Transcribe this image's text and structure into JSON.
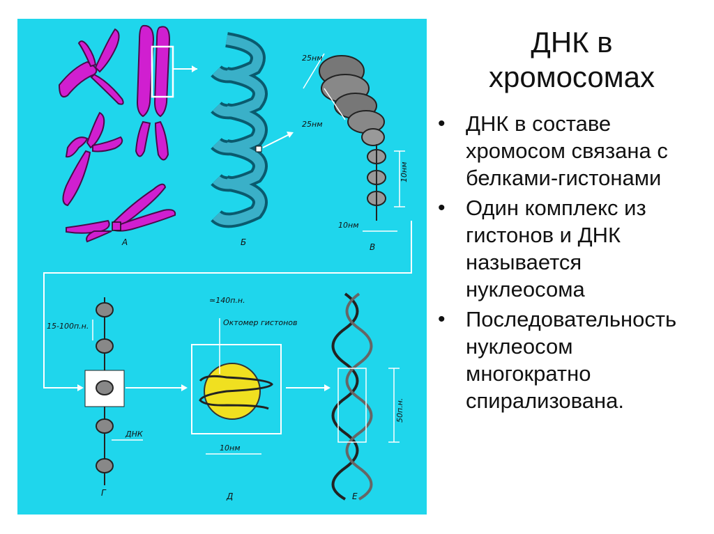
{
  "slide": {
    "title": "ДНК в хромосомах",
    "bullets": [
      "ДНК в составе хромосом связана с белками-гистонами",
      "Один комплекс из гистонов и ДНК называется нуклеосома",
      "Последовательность нуклеосом многократно спирализована."
    ]
  },
  "figure": {
    "panel_labels": [
      "А",
      "Б",
      "В",
      "Г",
      "Д",
      "Е"
    ],
    "annotations": {
      "nm25_top": "25нм",
      "nm25_mid": "25нм",
      "nm10_vertical": "10нм",
      "nm10_bottom_v": "10нм",
      "bp_15_100": "15-100п.н.",
      "bp_140": "≃140п.н.",
      "octamer": "Октомер гистонов",
      "dna": "ДНК",
      "nm10_d": "10нм",
      "bp_50": "50п.н."
    },
    "colors": {
      "background": "#1fd6ec",
      "chromosome": "#d01fd0",
      "fiber": "#2a8fa6",
      "nucleosome_core": "#f0e020"
    }
  }
}
